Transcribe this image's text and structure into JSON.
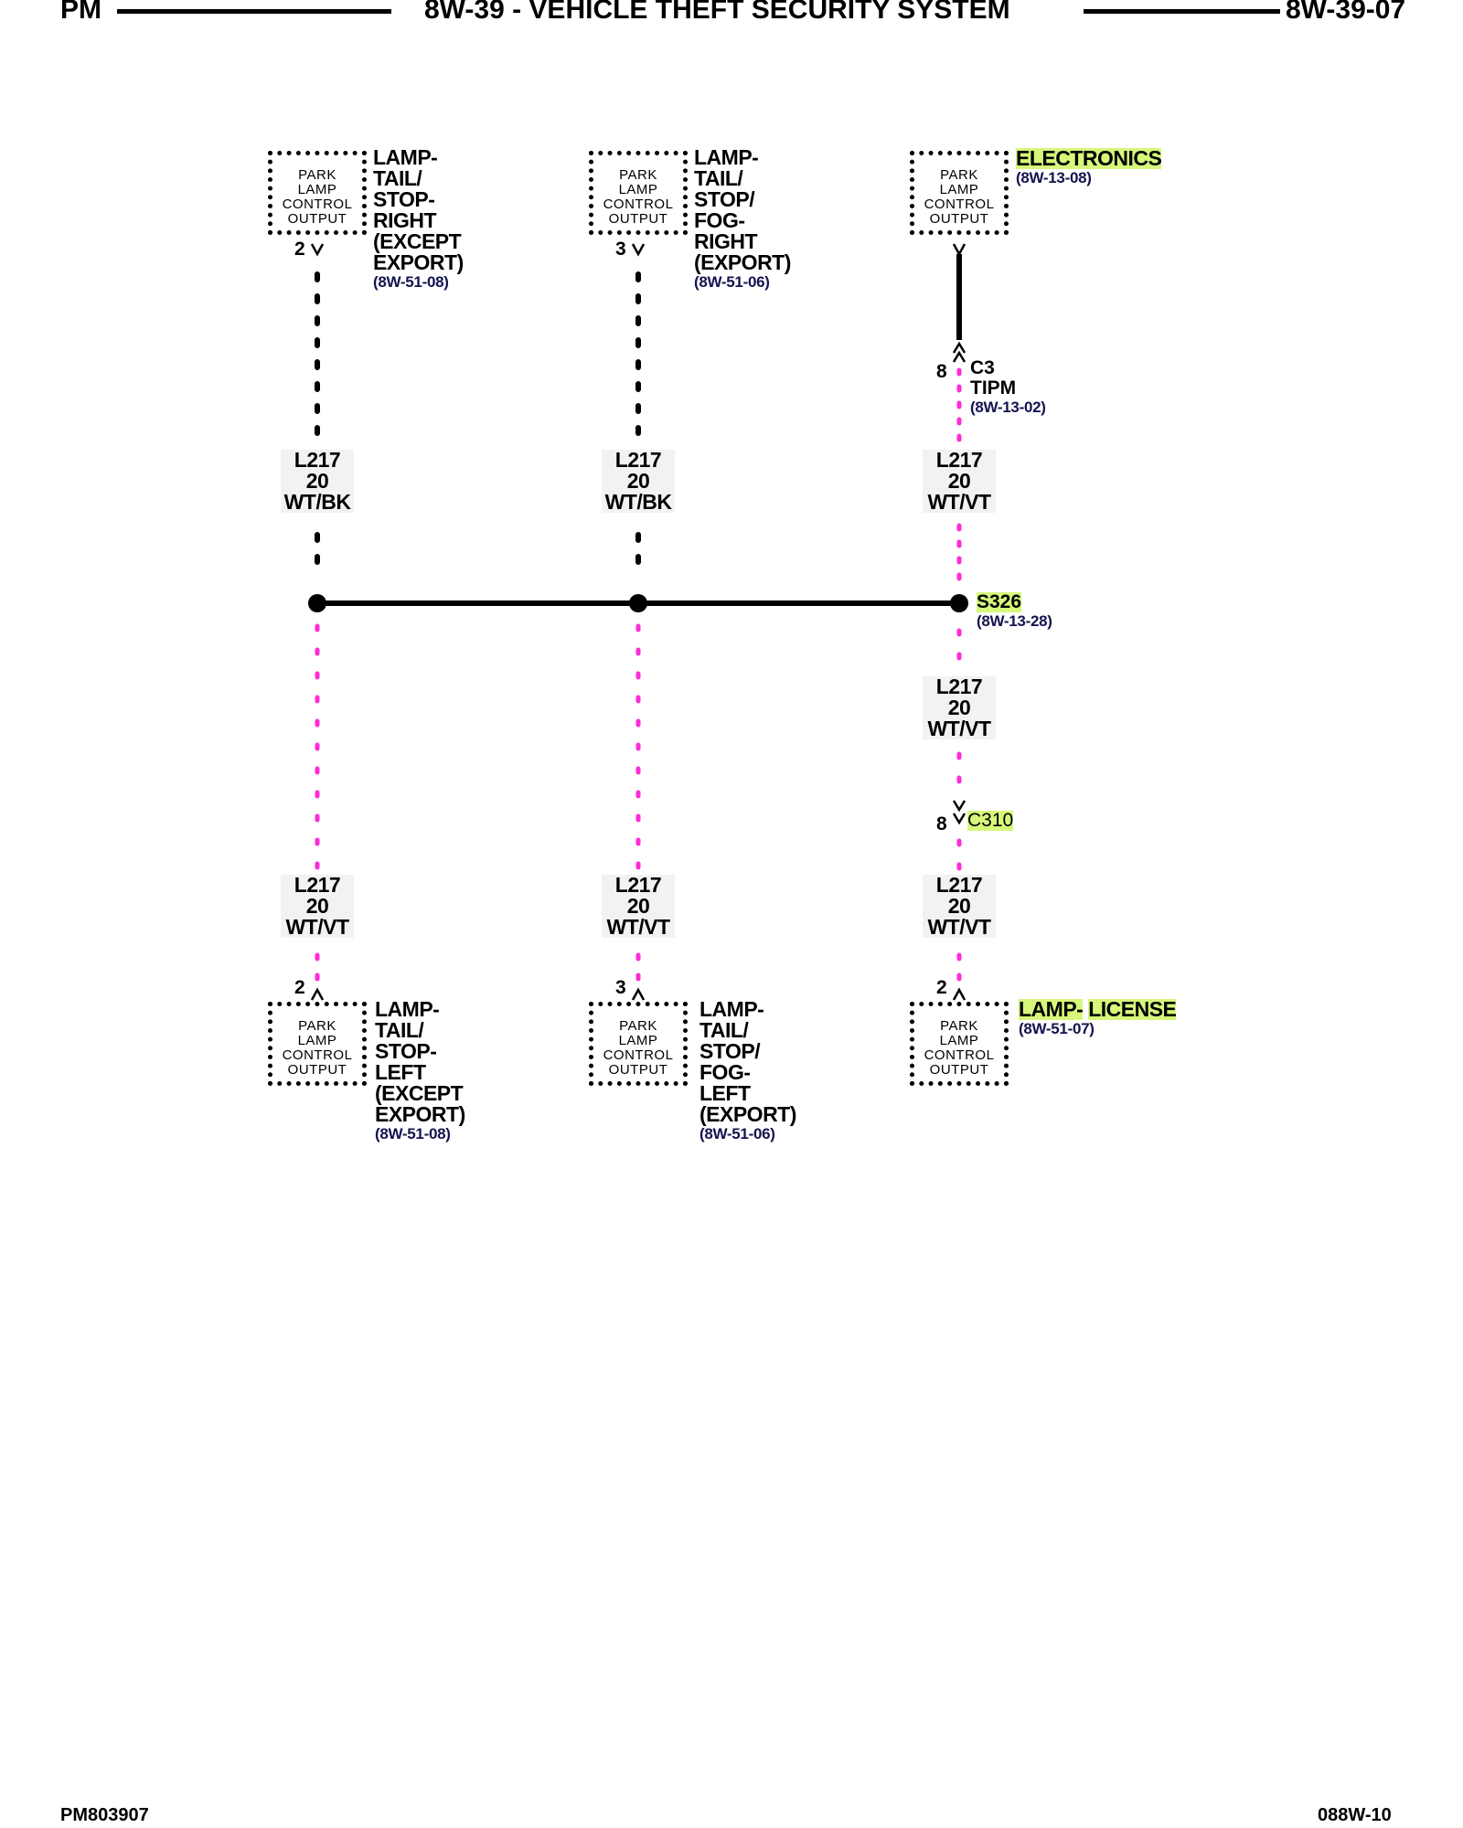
{
  "header": {
    "left": "PM",
    "title": "8W-39 - VEHICLE THEFT SECURITY SYSTEM",
    "page_code": "8W-39-07"
  },
  "footer": {
    "left": "PM803907",
    "right": "088W-10"
  },
  "top_components": [
    {
      "box_lines": [
        "PARK",
        "LAMP",
        "CONTROL",
        "OUTPUT"
      ],
      "pin": "2",
      "name_lines": [
        "LAMP-",
        "TAIL/",
        "STOP-",
        "RIGHT",
        "(EXCEPT",
        "EXPORT)"
      ],
      "ref": "(8W-51-08)"
    },
    {
      "box_lines": [
        "PARK",
        "LAMP",
        "CONTROL",
        "OUTPUT"
      ],
      "pin": "3",
      "name_lines": [
        "LAMP-",
        "TAIL/",
        "STOP/",
        "FOG-",
        "RIGHT",
        "(EXPORT)"
      ],
      "ref": "(8W-51-06)"
    },
    {
      "box_lines": [
        "PARK",
        "LAMP",
        "CONTROL",
        "OUTPUT"
      ],
      "pin": "",
      "name_lines": [
        "ELECTRONICS"
      ],
      "ref": "(8W-13-08)"
    }
  ],
  "bottom_components": [
    {
      "box_lines": [
        "PARK",
        "LAMP",
        "CONTROL",
        "OUTPUT"
      ],
      "pin": "2",
      "name_lines": [
        "LAMP-",
        "TAIL/",
        "STOP-",
        "LEFT",
        "(EXCEPT",
        "EXPORT)"
      ],
      "ref": "(8W-51-08)"
    },
    {
      "box_lines": [
        "PARK",
        "LAMP",
        "CONTROL",
        "OUTPUT"
      ],
      "pin": "3",
      "name_lines": [
        "LAMP-",
        "TAIL/",
        "STOP/",
        "FOG-",
        "LEFT",
        "(EXPORT)"
      ],
      "ref": "(8W-51-06)"
    },
    {
      "box_lines": [
        "PARK",
        "LAMP",
        "CONTROL",
        "OUTPUT"
      ],
      "pin": "2",
      "name_lines": [
        "LAMP-",
        "LICENSE"
      ],
      "ref": "(8W-51-07)"
    }
  ],
  "connector_c3": {
    "pin": "8",
    "name": "C3",
    "module": "TIPM",
    "ref": "(8W-13-02)"
  },
  "splice": {
    "name": "S326",
    "ref": "(8W-13-28)"
  },
  "connector_c310": {
    "pin": "8",
    "name": "C310"
  },
  "wire_labels": {
    "upper": [
      {
        "circuit": "L217",
        "gauge": "20",
        "color": "WT/BK"
      },
      {
        "circuit": "L217",
        "gauge": "20",
        "color": "WT/BK"
      },
      {
        "circuit": "L217",
        "gauge": "20",
        "color": "WT/VT"
      }
    ],
    "splice_to_c310": {
      "circuit": "L217",
      "gauge": "20",
      "color": "WT/VT"
    },
    "lower": [
      {
        "circuit": "L217",
        "gauge": "20",
        "color": "WT/VT"
      },
      {
        "circuit": "L217",
        "gauge": "20",
        "color": "WT/VT"
      },
      {
        "circuit": "L217",
        "gauge": "20",
        "color": "WT/VT"
      }
    ]
  },
  "colors": {
    "wire_wt_bk": "#000000",
    "wire_wt_vt": "#ff2bd6",
    "highlight": "#d6f77a",
    "reference_text": "#141450"
  }
}
